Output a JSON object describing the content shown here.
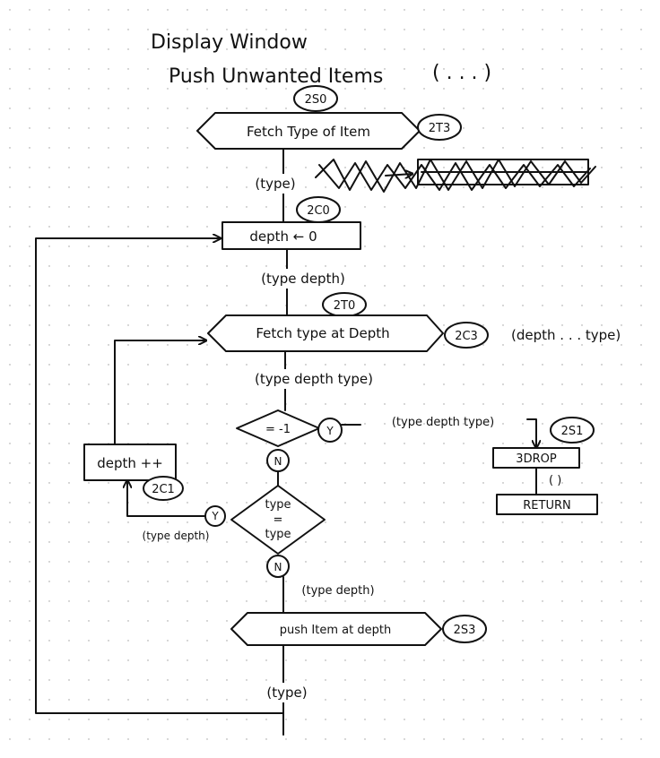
{
  "title": {
    "line1": "Display Window",
    "line2": "Push Unwanted Items",
    "line2_suffix": "( . . . )"
  },
  "nodes": {
    "fetch_type": {
      "tag": "2S0",
      "label": "Fetch Type of Item",
      "ref": "2T3"
    },
    "depth_init": {
      "tag": "2C0",
      "label": "depth ← 0"
    },
    "fetch_type_depth": {
      "tag": "2T0",
      "label": "Fetch type at Depth",
      "ref": "2C3",
      "stack_note": "(depth . . . type)"
    },
    "eq_neg1": {
      "label": "= -1",
      "yes": "Y",
      "no": "N"
    },
    "type_eq": {
      "line1": "type",
      "line2": "=",
      "line3": "type",
      "yes": "Y",
      "no": "N"
    },
    "depth_inc": {
      "label": "depth ++",
      "ref": "2C1"
    },
    "three_drop": {
      "tag": "2S1",
      "label": "3DROP",
      "note": "( )"
    },
    "return_box": {
      "label": "RETURN"
    },
    "push_item": {
      "label": "push Item at depth",
      "ref": "2S3"
    }
  },
  "edge_labels": {
    "after_fetch": "(type)",
    "after_depth_init": "(type depth)",
    "after_fetch_depth": "(type depth type)",
    "yes_branch": "(type depth type)",
    "loop_back": "(type depth)",
    "after_compare_no": "(type depth)",
    "after_push": "(type)"
  },
  "colors": {
    "ink": "#111111",
    "paper": "#ffffff"
  }
}
